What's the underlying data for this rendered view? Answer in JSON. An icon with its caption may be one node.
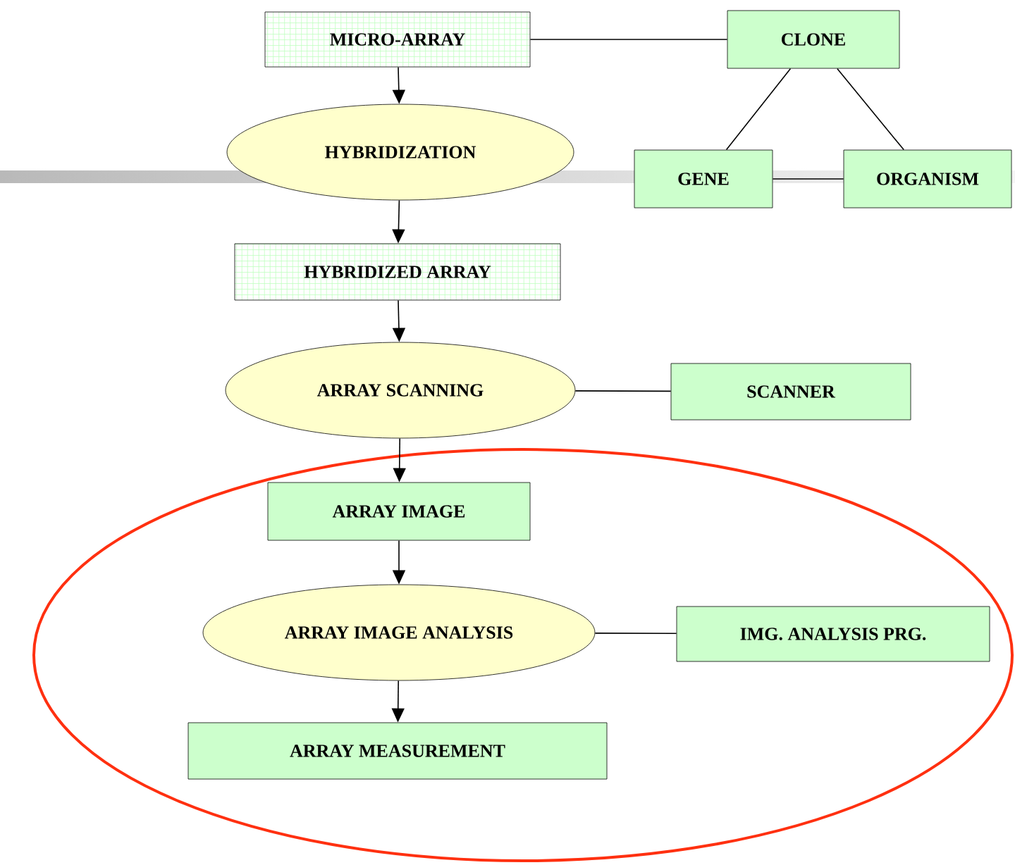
{
  "diagram": {
    "nodes": [
      {
        "text": [
          "MICRO-ARRAY"
        ]
      },
      {
        "text": [
          "CLONE"
        ]
      },
      {
        "text": [
          "HYBRIDIZATION"
        ]
      },
      {
        "text": [
          "GENE"
        ]
      },
      {
        "text": [
          "ORGANISM"
        ]
      },
      {
        "text": [
          "HYBRIDIZED ARRAY"
        ]
      },
      {
        "text": [
          "ARRAY SCANNING"
        ]
      },
      {
        "text": [
          "SCANNER"
        ]
      },
      {
        "text": [],
        "shape": "circle"
      },
      {
        "text": [
          "ARRAY IMAGE"
        ],
        "in": 8
      },
      {
        "text": [
          "ARRAY IMAGE ANALYSIS"
        ],
        "in": 8
      },
      {
        "text": [
          "IMG. ANALYSIS PRG."
        ],
        "in": 8
      },
      {
        "text": [
          "ARRAY MEASUREMENT"
        ],
        "in": 8
      }
    ],
    "edges": [
      {
        "from": 0,
        "to": 2,
        "arrow": "to"
      },
      {
        "from": 0,
        "to": 1,
        "arrow": "none"
      },
      {
        "from": 1,
        "to": 3,
        "arrow": "none"
      },
      {
        "from": 1,
        "to": 4,
        "arrow": "none"
      },
      {
        "from": 3,
        "to": 4,
        "arrow": "none"
      },
      {
        "from": 2,
        "to": 5,
        "arrow": "to"
      },
      {
        "from": 5,
        "to": 6,
        "arrow": "to"
      },
      {
        "from": 6,
        "to": 7,
        "arrow": "none"
      },
      {
        "from": 6,
        "to": 9,
        "arrow": "to"
      },
      {
        "from": 9,
        "to": 10,
        "arrow": "to"
      },
      {
        "from": 10,
        "to": 11,
        "arrow": "none"
      },
      {
        "from": 10,
        "to": 12,
        "arrow": "to"
      }
    ]
  }
}
